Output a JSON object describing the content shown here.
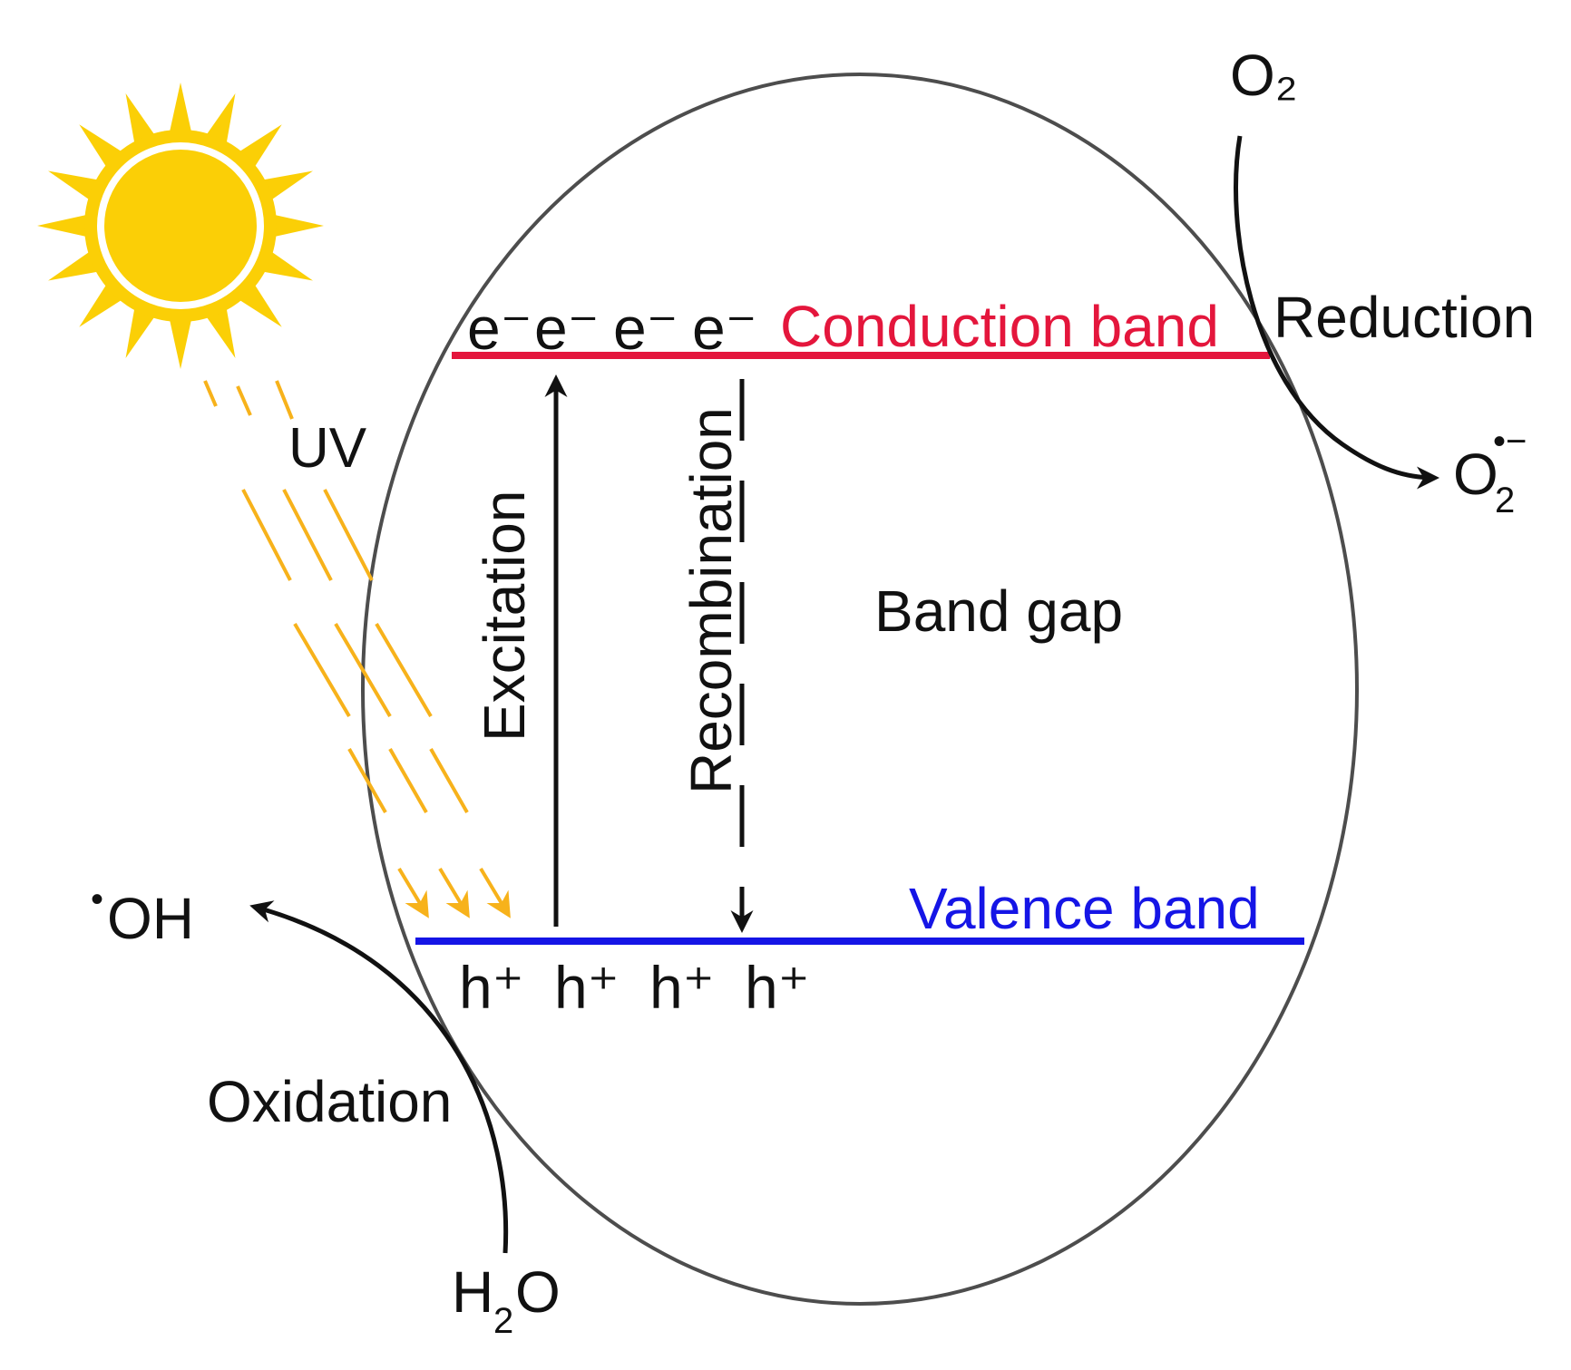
{
  "labels": {
    "conduction_band": "Conduction band",
    "valence_band": "Valence band",
    "band_gap": "Band gap",
    "excitation": "Excitation",
    "recombination": "Recombination",
    "uv": "UV",
    "reduction": "Reduction",
    "oxidation": "Oxidation",
    "electron": "e⁻",
    "hole": "h⁺"
  },
  "species": {
    "o2": "O₂",
    "superoxide_base": "O",
    "superoxide_sub": "2",
    "superoxide_sup": "•−",
    "hydroxyl_dot": "•",
    "hydroxyl": "OH",
    "water_h": "H",
    "water_sub": "2",
    "water_o": "O"
  },
  "colors": {
    "conduction_band": "#e4163c",
    "valence_band": "#1515e6",
    "sun": "#fbcf06",
    "uv_rays": "#f7b21b",
    "uv_label": "#f6c28a",
    "outline": "#4d4d4d",
    "arrows": "#111111"
  }
}
